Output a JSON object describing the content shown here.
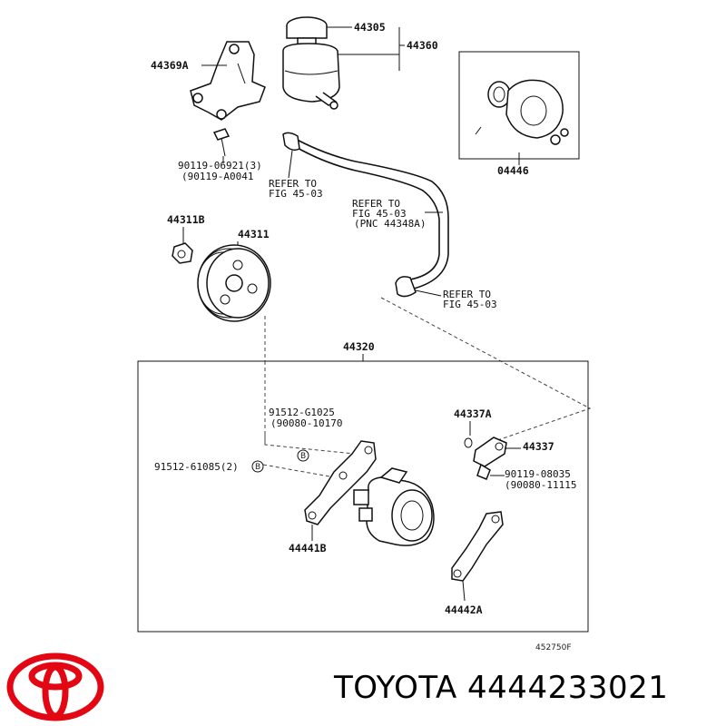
{
  "labels": {
    "p44305": "44305",
    "p44360": "44360",
    "p44369a": "44369A",
    "p04446": "04446",
    "bolt1": "90119-06921(3)",
    "bolt1_alt": "(90119-A0041",
    "refer1_a": "REFER TO",
    "refer1_b": "FIG 45-03",
    "refer2_a": "REFER TO",
    "refer2_b": "FIG 45-03",
    "refer2_c": "(PNC 44348A)",
    "p44311b": "44311B",
    "p44311": "44311",
    "refer3_a": "REFER TO",
    "refer3_b": "FIG 45-03",
    "p44320": "44320",
    "screw1": "91512-G1025",
    "screw1_alt": "(90080-10170",
    "p44337a": "44337A",
    "p44337": "44337",
    "bolt2": "91512-61085(2)",
    "bolt3": "90119-08035",
    "bolt3_alt": "(90080-11115",
    "p44441b": "44441B",
    "p44442a": "44442A",
    "ref_code": "452750F",
    "mark_b": "B"
  },
  "footer": {
    "brand": "TOYOTA",
    "part_number": "4444233021"
  },
  "colors": {
    "logo_red": "#e30613",
    "line": "#111111",
    "text": "#000000"
  }
}
